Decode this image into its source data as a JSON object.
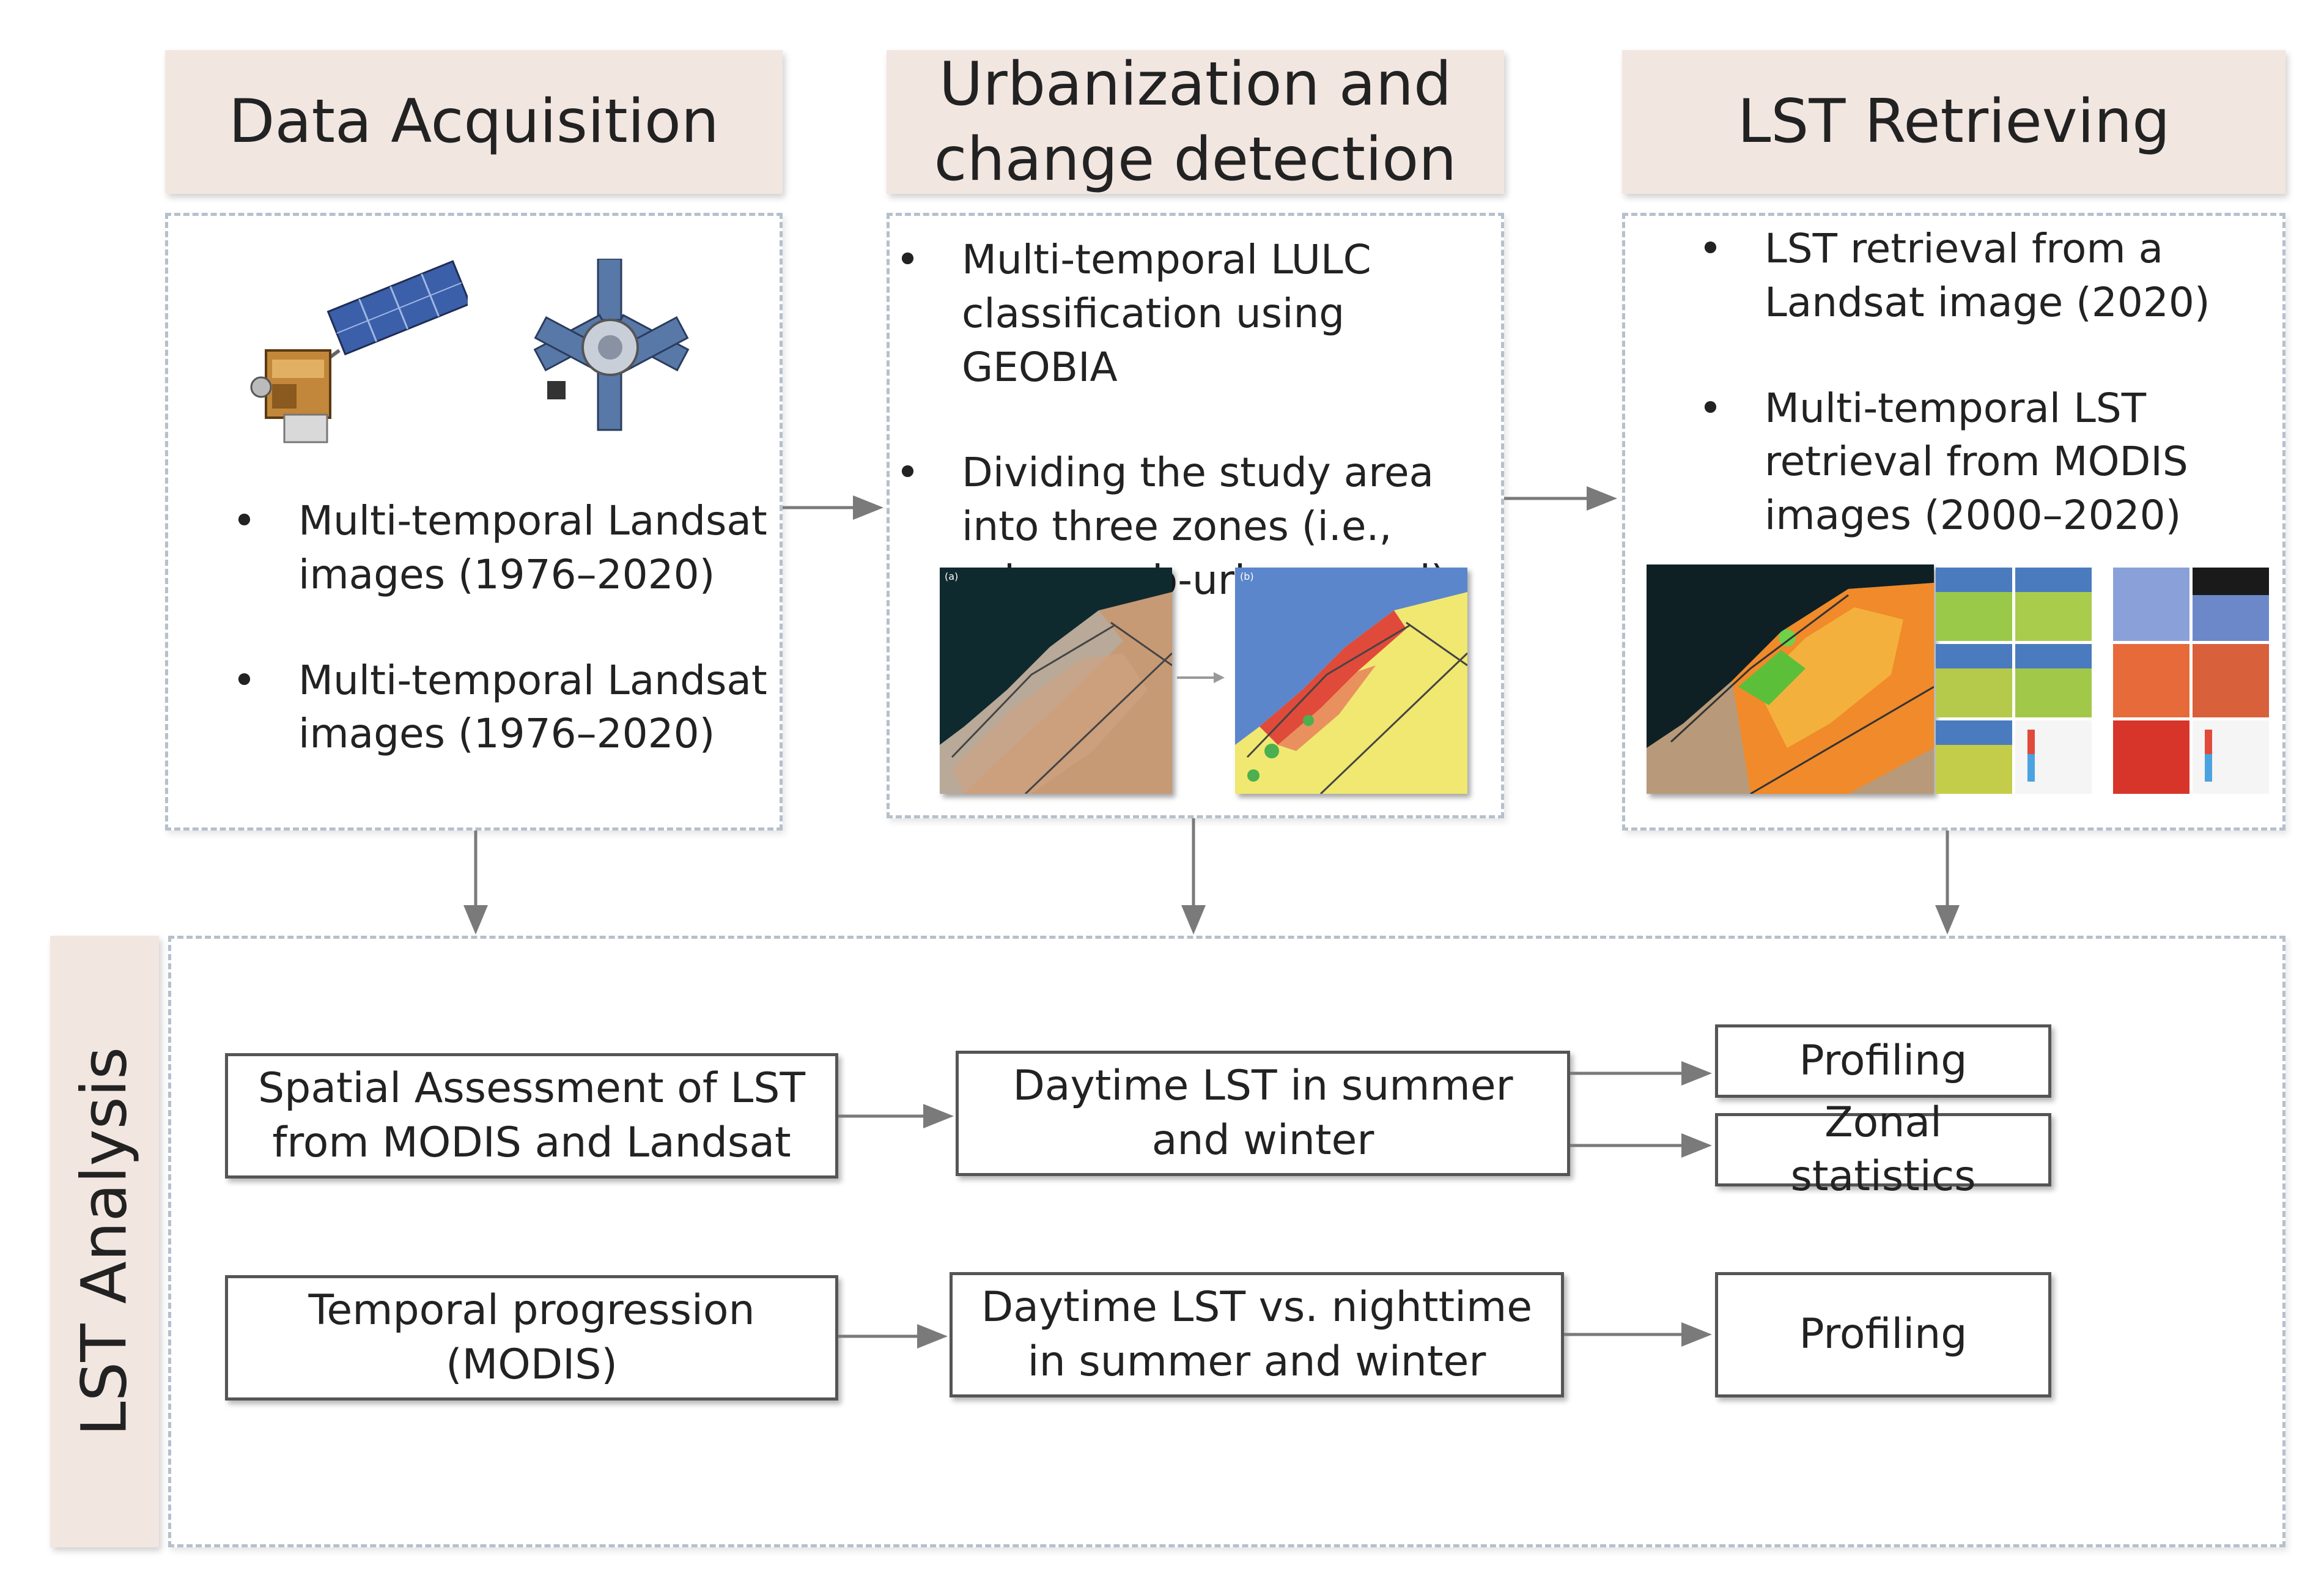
{
  "headers": {
    "data_acquisition": "Data Acquisition",
    "urbanization_line1": "Urbanization and",
    "urbanization_line2": "change detection",
    "lst_retrieving": "LST Retrieving"
  },
  "data_acquisition": {
    "items": [
      "Multi-temporal Landsat images (1976–2020)",
      "Multi-temporal Landsat images (1976–2020)"
    ]
  },
  "urbanization": {
    "items": [
      "Multi-temporal LULC classification using GEOBIA",
      "Dividing the study area into three zones (i.e., urban, sub-urban, rural)"
    ]
  },
  "lst_retrieving": {
    "items": [
      "LST retrieval from a Landsat image (2020)",
      "Multi-temporal LST retrieval from MODIS images (2000–2020)"
    ]
  },
  "analysis": {
    "side_label": "LST Analysis",
    "spatial_assessment": "Spatial Assessment of LST from MODIS and Landsat",
    "daytime_summer_winter": "Daytime LST in summer and winter",
    "profiling_1": "Profiling",
    "zonal_statistics": "Zonal statistics",
    "temporal_progression": "Temporal progression (MODIS)",
    "daytime_vs_nighttime": "Daytime LST vs. nighttime in summer and winter",
    "profiling_2": "Profiling"
  },
  "colors": {
    "header_fill": "#f2e6e1",
    "dashed_border": "#b5c0cc",
    "arrow": "#7a7a7a",
    "box_border": "#555555"
  }
}
